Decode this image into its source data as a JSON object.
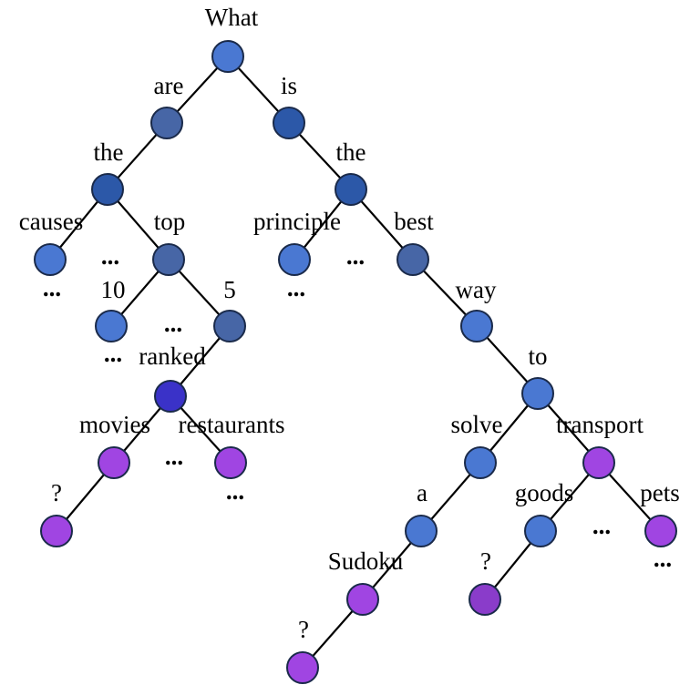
{
  "colors": {
    "blue": "#4a78d2",
    "steel": "#4766a6",
    "dark": "#2c58a8",
    "indigo": "#3a32c8",
    "violet": "#a045e2",
    "plum": "#8a3cca"
  },
  "tree": {
    "nodes": [
      {
        "id": "root",
        "color": "blue"
      },
      {
        "id": "are",
        "color": "steel"
      },
      {
        "id": "is",
        "color": "dark"
      },
      {
        "id": "the-1",
        "color": "dark"
      },
      {
        "id": "the-2",
        "color": "dark"
      },
      {
        "id": "causes",
        "color": "blue"
      },
      {
        "id": "top",
        "color": "steel"
      },
      {
        "id": "principle",
        "color": "blue"
      },
      {
        "id": "best",
        "color": "steel"
      },
      {
        "id": "10",
        "color": "blue"
      },
      {
        "id": "5",
        "color": "steel"
      },
      {
        "id": "ranked",
        "color": "indigo"
      },
      {
        "id": "movies",
        "color": "violet"
      },
      {
        "id": "restaurants",
        "color": "violet"
      },
      {
        "id": "movies-q",
        "color": "violet"
      },
      {
        "id": "way",
        "color": "blue"
      },
      {
        "id": "to",
        "color": "blue"
      },
      {
        "id": "solve",
        "color": "blue"
      },
      {
        "id": "transport",
        "color": "violet"
      },
      {
        "id": "a",
        "color": "blue"
      },
      {
        "id": "goods",
        "color": "blue"
      },
      {
        "id": "pets",
        "color": "violet"
      },
      {
        "id": "sudoku",
        "color": "violet"
      },
      {
        "id": "goods-q",
        "color": "plum"
      },
      {
        "id": "sudoku-q",
        "color": "violet"
      }
    ],
    "edges": [
      [
        "root",
        "are"
      ],
      [
        "root",
        "is"
      ],
      [
        "are",
        "the-1"
      ],
      [
        "is",
        "the-2"
      ],
      [
        "the-1",
        "causes"
      ],
      [
        "the-1",
        "top"
      ],
      [
        "the-2",
        "principle"
      ],
      [
        "the-2",
        "best"
      ],
      [
        "top",
        "10"
      ],
      [
        "top",
        "5"
      ],
      [
        "5",
        "ranked"
      ],
      [
        "ranked",
        "movies"
      ],
      [
        "ranked",
        "restaurants"
      ],
      [
        "movies",
        "movies-q"
      ],
      [
        "best",
        "way"
      ],
      [
        "way",
        "to"
      ],
      [
        "to",
        "solve"
      ],
      [
        "to",
        "transport"
      ],
      [
        "solve",
        "a"
      ],
      [
        "a",
        "sudoku"
      ],
      [
        "sudoku",
        "sudoku-q"
      ],
      [
        "transport",
        "goods"
      ],
      [
        "transport",
        "pets"
      ],
      [
        "goods",
        "goods-q"
      ]
    ],
    "labels": [
      {
        "id": "lbl-what",
        "text": "What"
      },
      {
        "id": "lbl-are",
        "text": "are"
      },
      {
        "id": "lbl-is",
        "text": "is"
      },
      {
        "id": "lbl-the-1",
        "text": "the"
      },
      {
        "id": "lbl-the-2",
        "text": "the"
      },
      {
        "id": "lbl-causes",
        "text": "causes"
      },
      {
        "id": "lbl-top",
        "text": "top"
      },
      {
        "id": "lbl-principle",
        "text": "principle"
      },
      {
        "id": "lbl-best",
        "text": "best"
      },
      {
        "id": "lbl-10",
        "text": "10"
      },
      {
        "id": "lbl-5",
        "text": "5"
      },
      {
        "id": "lbl-ranked",
        "text": "ranked"
      },
      {
        "id": "lbl-movies",
        "text": "movies"
      },
      {
        "id": "lbl-restaurants",
        "text": "restaurants"
      },
      {
        "id": "lbl-q-movies",
        "text": "?"
      },
      {
        "id": "lbl-way",
        "text": "way"
      },
      {
        "id": "lbl-to",
        "text": "to"
      },
      {
        "id": "lbl-solve",
        "text": "solve"
      },
      {
        "id": "lbl-transport",
        "text": "transport"
      },
      {
        "id": "lbl-a",
        "text": "a"
      },
      {
        "id": "lbl-goods",
        "text": "goods"
      },
      {
        "id": "lbl-pets",
        "text": "pets"
      },
      {
        "id": "lbl-sudoku",
        "text": "Sudoku"
      },
      {
        "id": "lbl-q-goods",
        "text": "?"
      },
      {
        "id": "lbl-q-sudoku",
        "text": "?"
      }
    ],
    "ellipses": [
      {
        "id": "dots-causes",
        "text": "..."
      },
      {
        "id": "dots-the-1",
        "text": "..."
      },
      {
        "id": "dots-principle",
        "text": "..."
      },
      {
        "id": "dots-the-2",
        "text": "..."
      },
      {
        "id": "dots-top",
        "text": "..."
      },
      {
        "id": "dots-10",
        "text": "..."
      },
      {
        "id": "dots-ranked",
        "text": "..."
      },
      {
        "id": "dots-restaurants",
        "text": "..."
      },
      {
        "id": "dots-transport",
        "text": "..."
      },
      {
        "id": "dots-pets",
        "text": "..."
      }
    ]
  }
}
